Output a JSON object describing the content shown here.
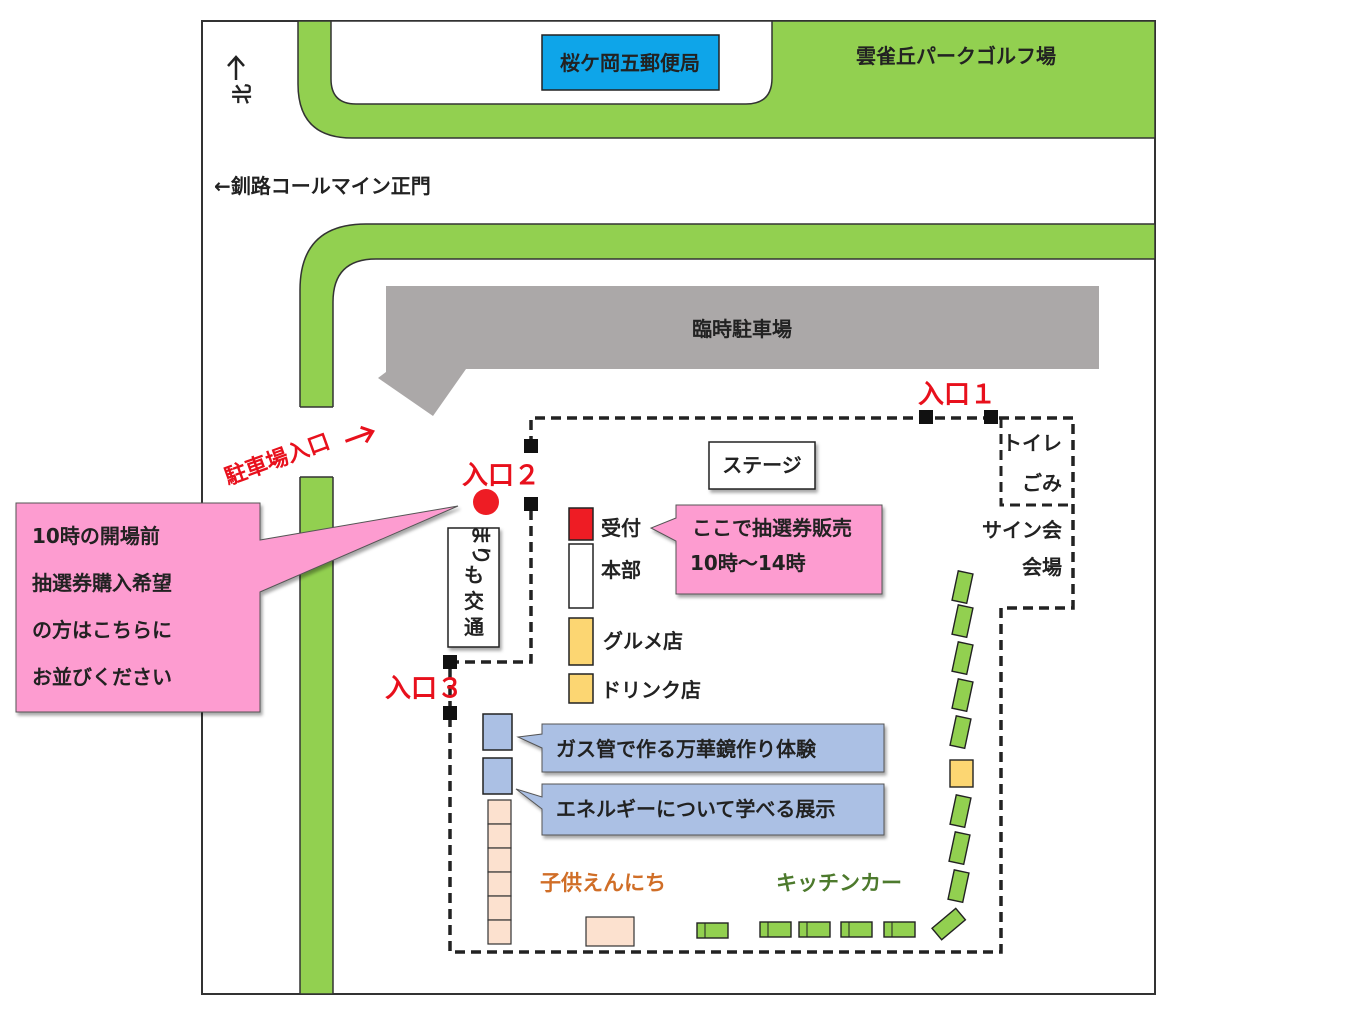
{
  "compass": {
    "label": "北"
  },
  "road": {
    "main_gate": "←釧路コールマイン正門"
  },
  "places": {
    "post_office": "桜ケ岡五郵便局",
    "golf": "雲雀丘パークゴルフ場",
    "parking": "臨時駐車場",
    "parking_entrance": "駐車場入口",
    "marimo_line1": "まり",
    "marimo_line2": "も",
    "marimo_line3": "交",
    "marimo_line4": "通"
  },
  "entrances": {
    "e1": "入口１",
    "e2": "入口２",
    "e3": "入口３"
  },
  "callout_queue": {
    "line1": "10時の開場前",
    "line2": "抽選券購入希望",
    "line3": "の方はこちらに",
    "line4": "お並びください"
  },
  "callout_lottery": {
    "line1": "ここで抽選券販売",
    "line2": "10時～14時"
  },
  "facilities": {
    "stage": "ステージ",
    "toilet": "トイレ",
    "trash": "ごみ",
    "sign1": "サイン会",
    "sign2": "会場",
    "reception": "受付",
    "hq": "本部",
    "gourmet": "グルメ店",
    "drink": "ドリンク店",
    "gas_pipe": "ガス管で作る万華鏡作り体験",
    "energy": "エネルギーについて学べる展示",
    "kids": "子供えんにち",
    "kitchen_car": "キッチンカー"
  },
  "colors": {
    "green": "#92d050",
    "blue": "#0ea5e9",
    "gray": "#aba8a8",
    "pink": "#fd9cd0",
    "lightblue": "#abc0e4",
    "yellow": "#fcd672",
    "peach": "#fce1cf",
    "red": "#ee1c24",
    "orange_text": "#d06e27",
    "green_text": "#4d7a2d"
  }
}
